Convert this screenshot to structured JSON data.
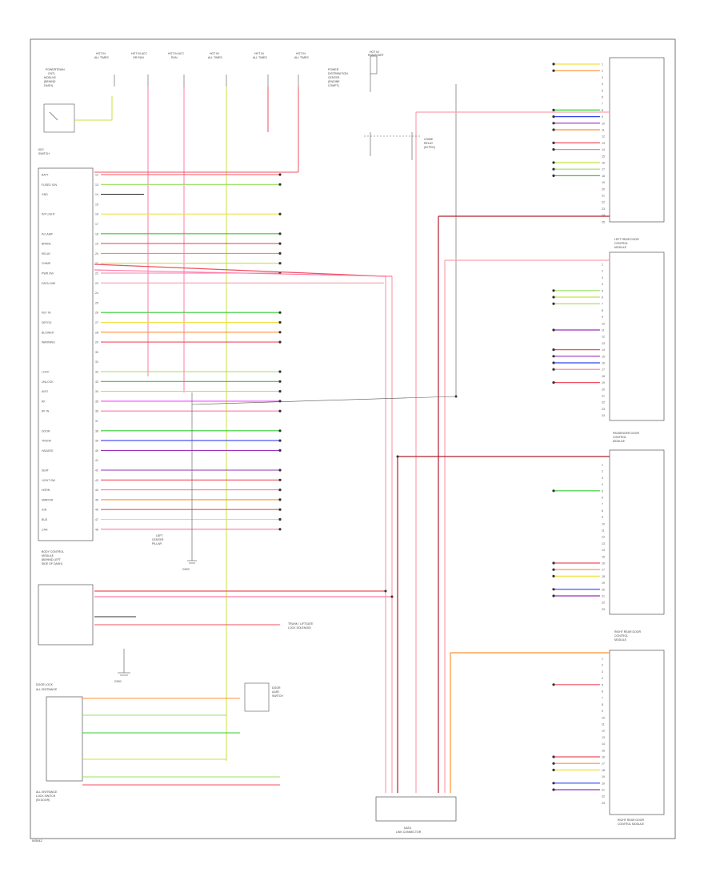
{
  "colors": {
    "red": "#f05060",
    "pink": "#ff7aa8",
    "light_red": "#f9a0b0",
    "dark_red": "#b02030",
    "green": "#33cc33",
    "light_green": "#99e060",
    "yellow_green": "#c8e040",
    "yellow": "#f0e040",
    "orange": "#ff9030",
    "blue": "#3344ee",
    "purple": "#9933bb",
    "magenta": "#ff44ff",
    "brown": "#996633",
    "black": "#333333",
    "gray": "#888888",
    "white_wire": "#cccccc"
  },
  "left_module": {
    "pins": [
      {
        "n": "12",
        "color": "red",
        "name": "BATT"
      },
      {
        "n": "13",
        "color": "light_green",
        "name": "FUSED IGN"
      },
      {
        "n": "14",
        "color": "black",
        "name": "GND"
      },
      {
        "n": "15",
        "color": "gray",
        "name": ""
      },
      {
        "n": "16",
        "color": "yellow",
        "name": "INT LIGHT"
      },
      {
        "n": "17",
        "color": "gray",
        "name": ""
      },
      {
        "n": "18",
        "color": "green",
        "name": "IN LAMP"
      },
      {
        "n": "19",
        "color": "red",
        "name": "BRAKE"
      },
      {
        "n": "20",
        "color": "orange",
        "name": "RELAY"
      },
      {
        "n": "21",
        "color": "yellow_green",
        "name": "CHIME"
      },
      {
        "n": "22",
        "color": "pink",
        "name": "PWR SW"
      },
      {
        "n": "23",
        "color": "light_red",
        "name": "DATA LINE"
      },
      {
        "n": "24",
        "color": "gray",
        "name": ""
      },
      {
        "n": "25",
        "color": "gray",
        "name": ""
      },
      {
        "n": "26",
        "color": "green",
        "name": "KEY IN"
      },
      {
        "n": "27",
        "color": "yellow",
        "name": "DEFOG"
      },
      {
        "n": "28",
        "color": "orange",
        "name": "BLOWER"
      },
      {
        "n": "29",
        "color": "red",
        "name": "WARNING"
      },
      {
        "n": "30",
        "color": "gray",
        "name": ""
      },
      {
        "n": "31",
        "color": "gray",
        "name": ""
      },
      {
        "n": "32",
        "color": "light_green",
        "name": "LOCK"
      },
      {
        "n": "33",
        "color": "green",
        "name": "UNLOCK"
      },
      {
        "n": "34",
        "color": "yellow_green",
        "name": "ANTI"
      },
      {
        "n": "35",
        "color": "magenta",
        "name": "RF"
      },
      {
        "n": "36",
        "color": "pink",
        "name": "RF IN"
      },
      {
        "n": "37",
        "color": "gray",
        "name": ""
      },
      {
        "n": "38",
        "color": "green",
        "name": "DOOR"
      },
      {
        "n": "39",
        "color": "blue",
        "name": "TRUNK"
      },
      {
        "n": "40",
        "color": "purple",
        "name": "HAZARD"
      },
      {
        "n": "41",
        "color": "gray",
        "name": ""
      },
      {
        "n": "42",
        "color": "purple",
        "name": "SEAT"
      },
      {
        "n": "43",
        "color": "red",
        "name": "LIGHT SW"
      },
      {
        "n": "44",
        "color": "pink",
        "name": "HORN"
      },
      {
        "n": "45",
        "color": "orange",
        "name": "MIRROR"
      },
      {
        "n": "46",
        "color": "red",
        "name": "IGN"
      },
      {
        "n": "47",
        "color": "yellow",
        "name": "BUS"
      },
      {
        "n": "48",
        "color": "pink",
        "name": "CAN"
      }
    ]
  }
}
